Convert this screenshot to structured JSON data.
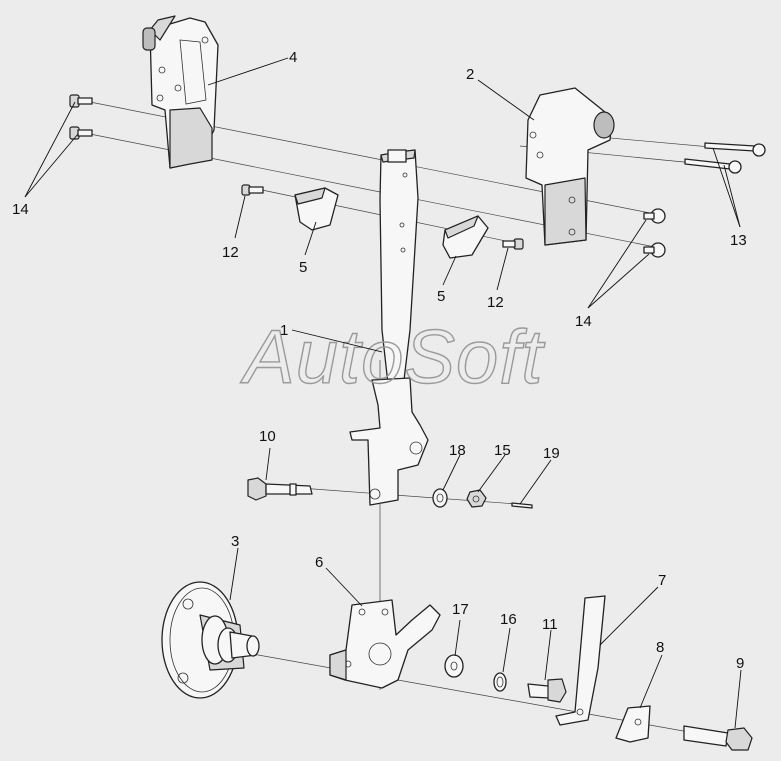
{
  "watermark": "AutoSoft",
  "callouts": [
    {
      "key": "c1",
      "label": "1"
    },
    {
      "key": "c2",
      "label": "2"
    },
    {
      "key": "c3",
      "label": "3"
    },
    {
      "key": "c4",
      "label": "4"
    },
    {
      "key": "c5a",
      "label": "5"
    },
    {
      "key": "c5b",
      "label": "5"
    },
    {
      "key": "c6",
      "label": "6"
    },
    {
      "key": "c7",
      "label": "7"
    },
    {
      "key": "c8",
      "label": "8"
    },
    {
      "key": "c9",
      "label": "9"
    },
    {
      "key": "c10",
      "label": "10"
    },
    {
      "key": "c11",
      "label": "11"
    },
    {
      "key": "c12a",
      "label": "12"
    },
    {
      "key": "c12b",
      "label": "12"
    },
    {
      "key": "c13",
      "label": "13"
    },
    {
      "key": "c14a",
      "label": "14"
    },
    {
      "key": "c14b",
      "label": "14"
    },
    {
      "key": "c15",
      "label": "15"
    },
    {
      "key": "c16",
      "label": "16"
    },
    {
      "key": "c17",
      "label": "17"
    },
    {
      "key": "c18",
      "label": "18"
    },
    {
      "key": "c19",
      "label": "19"
    }
  ]
}
